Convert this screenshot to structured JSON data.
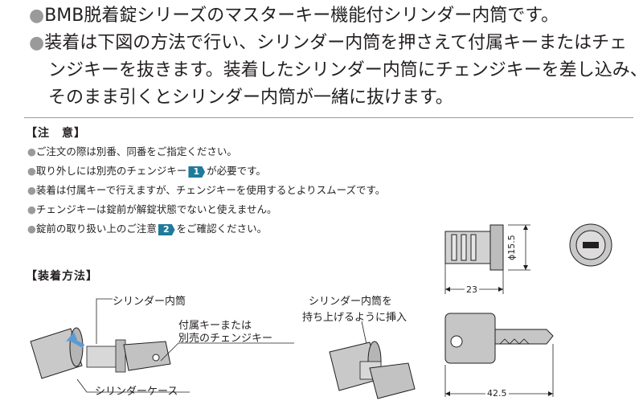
{
  "intro": {
    "line1": "BMB脱着錠シリーズのマスターキー機能付シリンダー内筒です。",
    "line2a": "装着は下図の方法で行い、シリンダー内筒を押さえて付属キーまたはチェ",
    "line2b": "ンジキーを抜きます。装着したシリンダー内筒にチェンジキーを差し込み、",
    "line2c": "そのまま引くとシリンダー内筒が一緒に抜けます。"
  },
  "notes": {
    "heading": "【注　意】",
    "items": [
      {
        "text": "ご注文の際は別番、同番をご指定ください。"
      },
      {
        "pre": "取り外しには別売のチェンジキー",
        "badge": "1",
        "post": "が必要です。"
      },
      {
        "text": "装着は付属キーで行えますが、チェンジキーを使用するとよりスムーズです。"
      },
      {
        "text": "チェンジキーは錠前が解錠状態でないと使えません。"
      },
      {
        "pre": "錠前の取り扱い上のご注意",
        "badge": "2",
        "post": "をご確認ください。"
      }
    ]
  },
  "method": {
    "heading": "【装着方法】",
    "label_inner": "シリンダー内筒",
    "label_key1": "付属キーまたは",
    "label_key2": "別売のチェンジキー",
    "label_case": "シリンダーケース",
    "label_lift1": "シリンダー内筒を",
    "label_lift2": "持ち上げるように挿入"
  },
  "dimensions": {
    "diameter": "ϕ15.5",
    "cyl_length": "23",
    "key_length": "42.5"
  },
  "colors": {
    "bullet": "#9a9a9a",
    "badge": "#1f7a9c",
    "arrow": "#5b9bd5"
  }
}
